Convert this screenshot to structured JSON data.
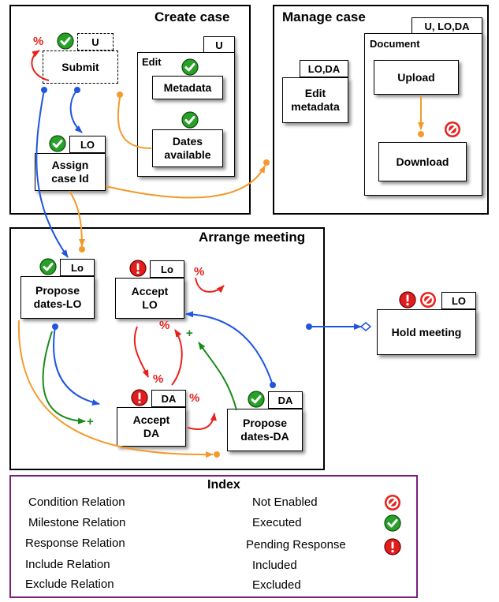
{
  "regions": {
    "create_case": "Create case",
    "manage_case": "Manage case",
    "arrange_meeting": "Arrange meeting"
  },
  "groups": {
    "edit": "Edit",
    "document": "Document"
  },
  "activities": {
    "submit": "Submit",
    "assign": "Assign\ncase Id",
    "metadata": "Metadata",
    "dates_available": "Dates\navailable",
    "edit_metadata": "Edit\nmetadata",
    "upload": "Upload",
    "download": "Download",
    "propose_lo": "Propose\ndates-LO",
    "accept_lo": "Accept\nLO",
    "accept_da": "Accept\nDA",
    "propose_da": "Propose\ndates-DA",
    "hold_meeting": "Hold meeting"
  },
  "roles": {
    "submit": "U",
    "edit_group": "U",
    "assign": "LO",
    "edit_metadata": "LO,DA",
    "document_group": "U, LO,DA",
    "propose_lo": "Lo",
    "accept_lo": "Lo",
    "accept_da": "DA",
    "propose_da": "DA",
    "hold_meeting": "LO"
  },
  "marks": {
    "exclude": "%",
    "include": "+"
  },
  "legend": {
    "title": "Index",
    "condition": "Condition Relation",
    "milestone": "Milestone Relation",
    "response": "Response Relation",
    "include": "Include Relation",
    "exclude": "Exclude Relation",
    "not_enabled": "Not Enabled",
    "executed": "Executed",
    "pending": "Pending Response",
    "included": "Included",
    "excluded": "Excluded"
  },
  "colors": {
    "condition": "#f39a2b",
    "milestone": "#8b1a5c",
    "response": "#1f55e0",
    "include": "#1a8a1a",
    "exclude": "#e8211b",
    "legend_border": "#7a1f7a"
  },
  "icons": {
    "executed": "check-circle-icon",
    "pending": "exclamation-circle-icon",
    "not_enabled": "no-entry-icon"
  }
}
